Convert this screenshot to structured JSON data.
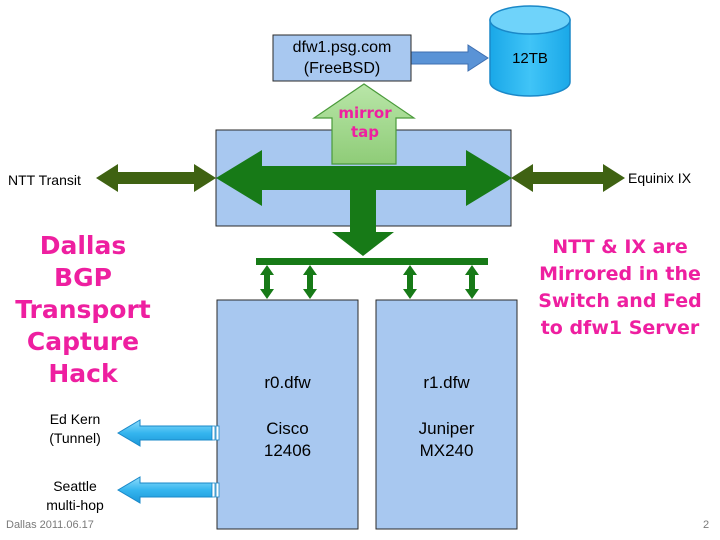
{
  "server": {
    "line1": "dfw1.psg.com",
    "line2": "(FreeBSD)"
  },
  "storage": {
    "label": "12TB"
  },
  "mirror_tap": {
    "line1": "mirror",
    "line2": "tap"
  },
  "links": {
    "left": "NTT Transit",
    "right": "Equinix IX"
  },
  "title": {
    "lines": [
      "Dallas",
      "BGP",
      "Transport",
      "Capture",
      "Hack"
    ]
  },
  "note": {
    "lines": [
      "NTT & IX are",
      "Mirrored in the",
      "Switch and Fed",
      "to dfw1 Server"
    ]
  },
  "router0": {
    "name": "r0.dfw",
    "vendor": "Cisco",
    "model": "12406"
  },
  "router1": {
    "name": "r1.dfw",
    "vendor": "Juniper",
    "model": "MX240"
  },
  "peers": {
    "ed_kern": {
      "line1": "Ed Kern",
      "line2": "(Tunnel)"
    },
    "seattle": {
      "line1": "Seattle",
      "line2": "multi-hop"
    }
  },
  "footer": {
    "date": "Dallas 2011.06.17",
    "page": "2"
  },
  "colors": {
    "box_fill": "#a8c8f0",
    "arrow_green": "#1a7a1a",
    "dark_green": "#3f6212",
    "magenta": "#ee1fa0",
    "cyan_arrow": "#38b8f0",
    "cylinder": "#22b4f0"
  }
}
